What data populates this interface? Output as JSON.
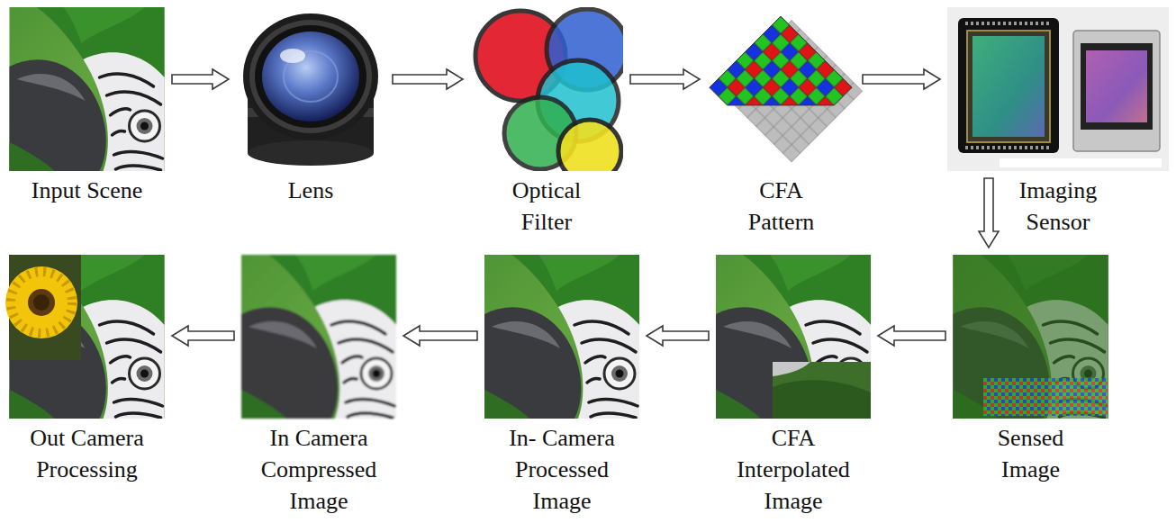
{
  "diagram": {
    "nodes": [
      {
        "text": [
          "Input Scene"
        ]
      },
      {
        "text": [
          "Lens"
        ]
      },
      {
        "text": [
          "Optical Filter"
        ]
      },
      {
        "text": [
          "CFA Pattern"
        ]
      },
      {
        "text": [
          "Imaging Sensor"
        ]
      },
      {
        "text": [
          "Sensed Image"
        ]
      },
      {
        "text": [
          "CFA Interpolated Image"
        ]
      },
      {
        "text": [
          "In- Camera Processed Image"
        ]
      },
      {
        "text": [
          "In Camera Compressed Image"
        ]
      },
      {
        "text": [
          "Out Camera Processing"
        ]
      }
    ],
    "edges": [
      {
        "from": 0,
        "to": 1,
        "arrow": "to"
      },
      {
        "from": 1,
        "to": 2,
        "arrow": "to"
      },
      {
        "from": 2,
        "to": 3,
        "arrow": "to"
      },
      {
        "from": 3,
        "to": 4,
        "arrow": "to"
      },
      {
        "from": 4,
        "to": 5,
        "arrow": "to"
      },
      {
        "from": 5,
        "to": 6,
        "arrow": "to"
      },
      {
        "from": 6,
        "to": 7,
        "arrow": "to"
      },
      {
        "from": 7,
        "to": 8,
        "arrow": "to"
      },
      {
        "from": 8,
        "to": 9,
        "arrow": "to"
      }
    ]
  }
}
